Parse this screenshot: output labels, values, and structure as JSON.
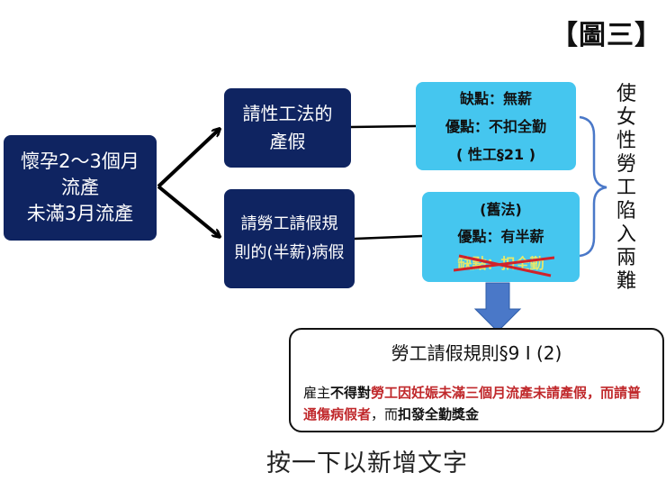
{
  "figure_label": "【圖三】",
  "start_box": {
    "line1": "懷孕2～3個月",
    "line2": "流產",
    "line3": "未滿3月流產"
  },
  "option1": {
    "line1": "請性工法的",
    "line2": "產假"
  },
  "option2": {
    "line1": "請勞工請假規",
    "line2": "則的(半薪)病假"
  },
  "result1": {
    "line1": "缺點：無薪",
    "line2": "優點：不扣全勤",
    "line3": "( 性工§21 )"
  },
  "result2": {
    "line1": "(舊法)",
    "line2": "優點：有半薪",
    "line3": "缺點：扣全勤"
  },
  "side_note": "使女性勞工陷入兩難",
  "rule": {
    "title": "勞工請假規則§9 I (2)",
    "seg1": "雇主",
    "seg2": "不得對",
    "seg3": "勞工因妊娠未滿三個月流產未請產假，而請普通傷病假者",
    "seg4": "，而",
    "seg5": "扣發全勤獎金"
  },
  "placeholder_text": "按一下以新增文字",
  "colors": {
    "navy": "#0f2461",
    "cyan": "#45c6ef",
    "arrow_blue": "#4a78c8",
    "brace_blue": "#4a78c8",
    "strike_red": "#d0222a",
    "emphasis_red": "#c0282b"
  }
}
